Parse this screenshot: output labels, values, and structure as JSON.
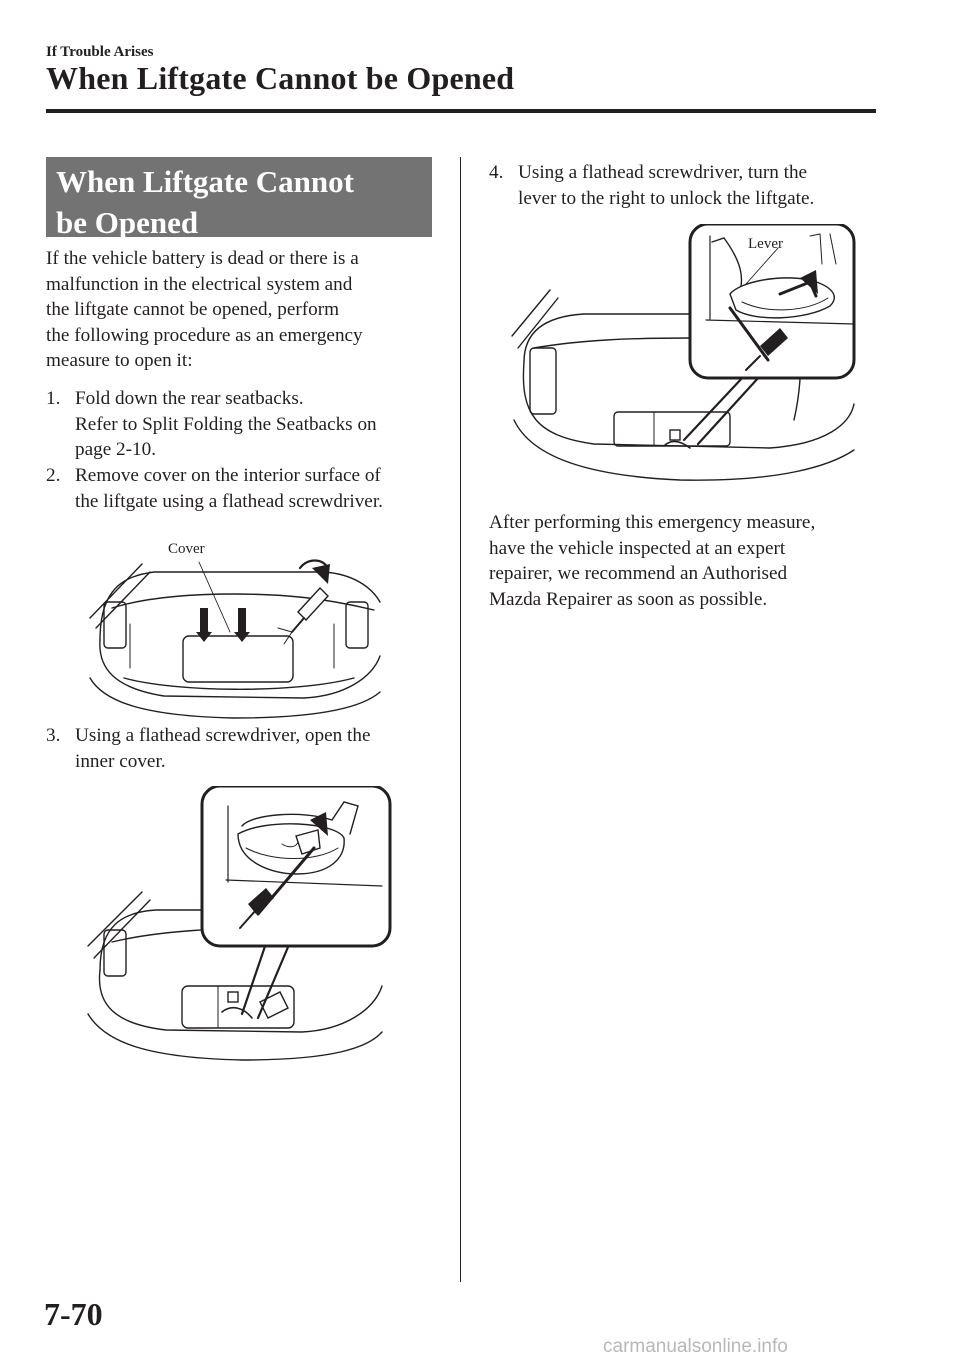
{
  "header": {
    "section": "If Trouble Arises",
    "title": "When Liftgate Cannot be Opened"
  },
  "box_title": {
    "line1": "When Liftgate Cannot",
    "line2": "be Opened"
  },
  "intro": [
    "If the vehicle battery is dead or there is a",
    "malfunction in the electrical system and",
    "the liftgate cannot be opened, perform",
    "the following procedure as an emergency",
    "measure to open it:"
  ],
  "steps": [
    {
      "num": "1.",
      "lines": [
        "Fold down the rear seatbacks.",
        "Refer to Split Folding the Seatbacks on",
        "page 2-10."
      ]
    },
    {
      "num": "2.",
      "lines": [
        "Remove cover on the interior surface of",
        "the liftgate using a flathead screwdriver."
      ]
    },
    {
      "num": "3.",
      "lines": [
        "Using a flathead screwdriver, open the",
        "inner cover."
      ]
    },
    {
      "num": "4.",
      "lines": [
        "Using a flathead screwdriver, turn the",
        "lever to the right to unlock the liftgate."
      ]
    }
  ],
  "figures": {
    "cover_label": "Cover",
    "lever_label": "Lever"
  },
  "after": [
    "After performing this emergency measure,",
    "have the vehicle inspected at an expert",
    "repairer, we recommend an Authorised",
    "Mazda Repairer as soon as possible."
  ],
  "page_number": "7-70",
  "watermark": "carmanualsonline.info"
}
